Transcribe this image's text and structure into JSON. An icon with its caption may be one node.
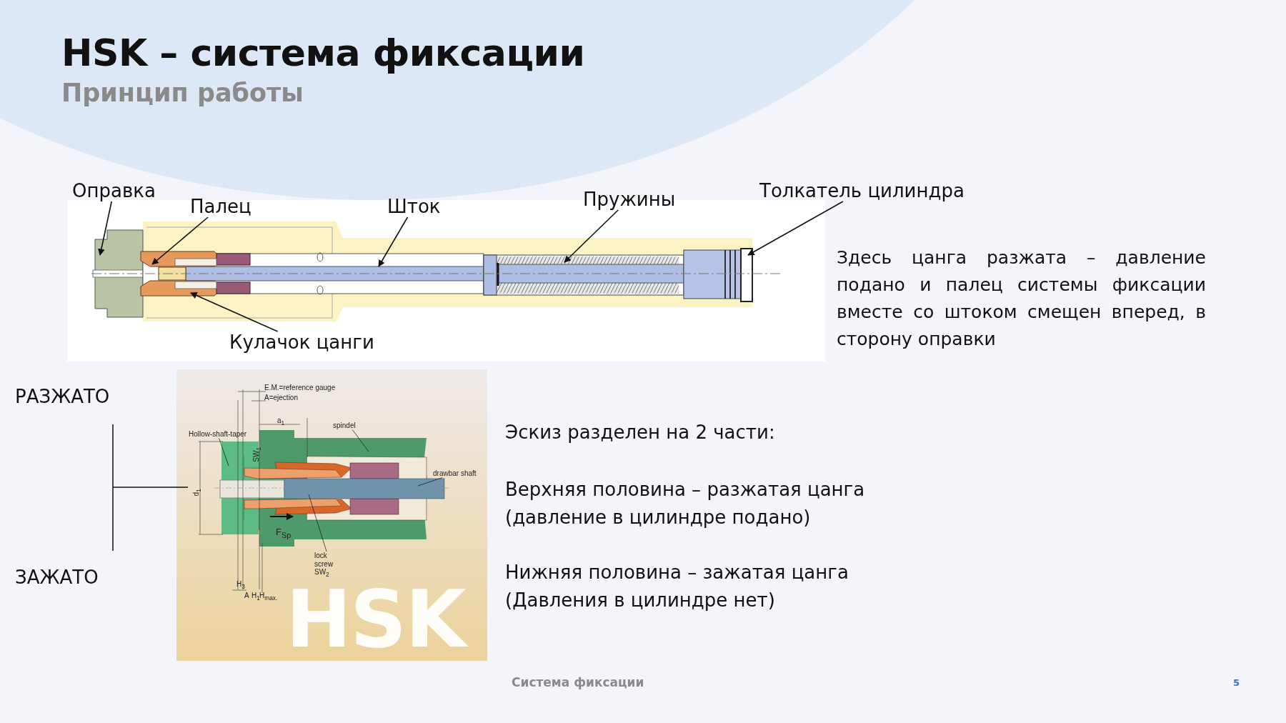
{
  "diagram": {
    "title": "HSK – система фиксации",
    "nodes": [
      {
        "text": [
          "Оправка"
        ]
      },
      {
        "text": [
          "Палец"
        ]
      },
      {
        "text": [
          "Шток"
        ]
      },
      {
        "text": [
          "Пружины"
        ]
      },
      {
        "text": [
          "Толкатель цилиндра"
        ]
      },
      {
        "text": [
          "Кулачок цанги"
        ]
      },
      {
        "text": [
          "Hollow-shaft-taper"
        ]
      },
      {
        "text": [
          "spindel"
        ]
      },
      {
        "text": [
          "drawbar shaft"
        ]
      },
      {
        "text": [
          "lock screw SW$_{2}$"
        ]
      }
    ],
    "edges": [
      {
        "from": 0,
        "to": null,
        "arrow": "to"
      },
      {
        "from": 1,
        "to": null,
        "arrow": "to"
      },
      {
        "from": 2,
        "to": null,
        "arrow": "to"
      },
      {
        "from": 3,
        "to": null,
        "arrow": "to"
      },
      {
        "from": 4,
        "to": null,
        "arrow": "to"
      },
      {
        "from": 5,
        "to": null,
        "arrow": "to"
      },
      {
        "from": 6,
        "to": null,
        "arrow": "none"
      },
      {
        "from": 7,
        "to": null,
        "arrow": "none"
      },
      {
        "from": 8,
        "to": null,
        "arrow": "none"
      },
      {
        "from": 9,
        "to": null,
        "arrow": "none"
      }
    ],
    "labels": [
      "Принцип работы",
      "Здесь цанга разжата – давление подано и палец системы фиксации вместе со штоком смещен вперед, в сторону оправки",
      "РАЗЖАТО",
      "E.M.=reference gauge",
      "A=ejection",
      "a$_{1}$",
      "SW$_{1}$",
      "d$_{1}$",
      "F$_{Sp}$",
      "H$_{3}$",
      "A",
      "H$_{1}$",
      "H$_{max.}$",
      "HSK",
      "ЗАЖАТО",
      "Эскиз разделен на 2 части:",
      "Верхняя половина – разжатая цанга (давление в цилиндре подано)",
      "Нижняя половина – зажатая цанга (Давления в цилиндре нет)",
      "Система фиксации",
      "5"
    ]
  }
}
